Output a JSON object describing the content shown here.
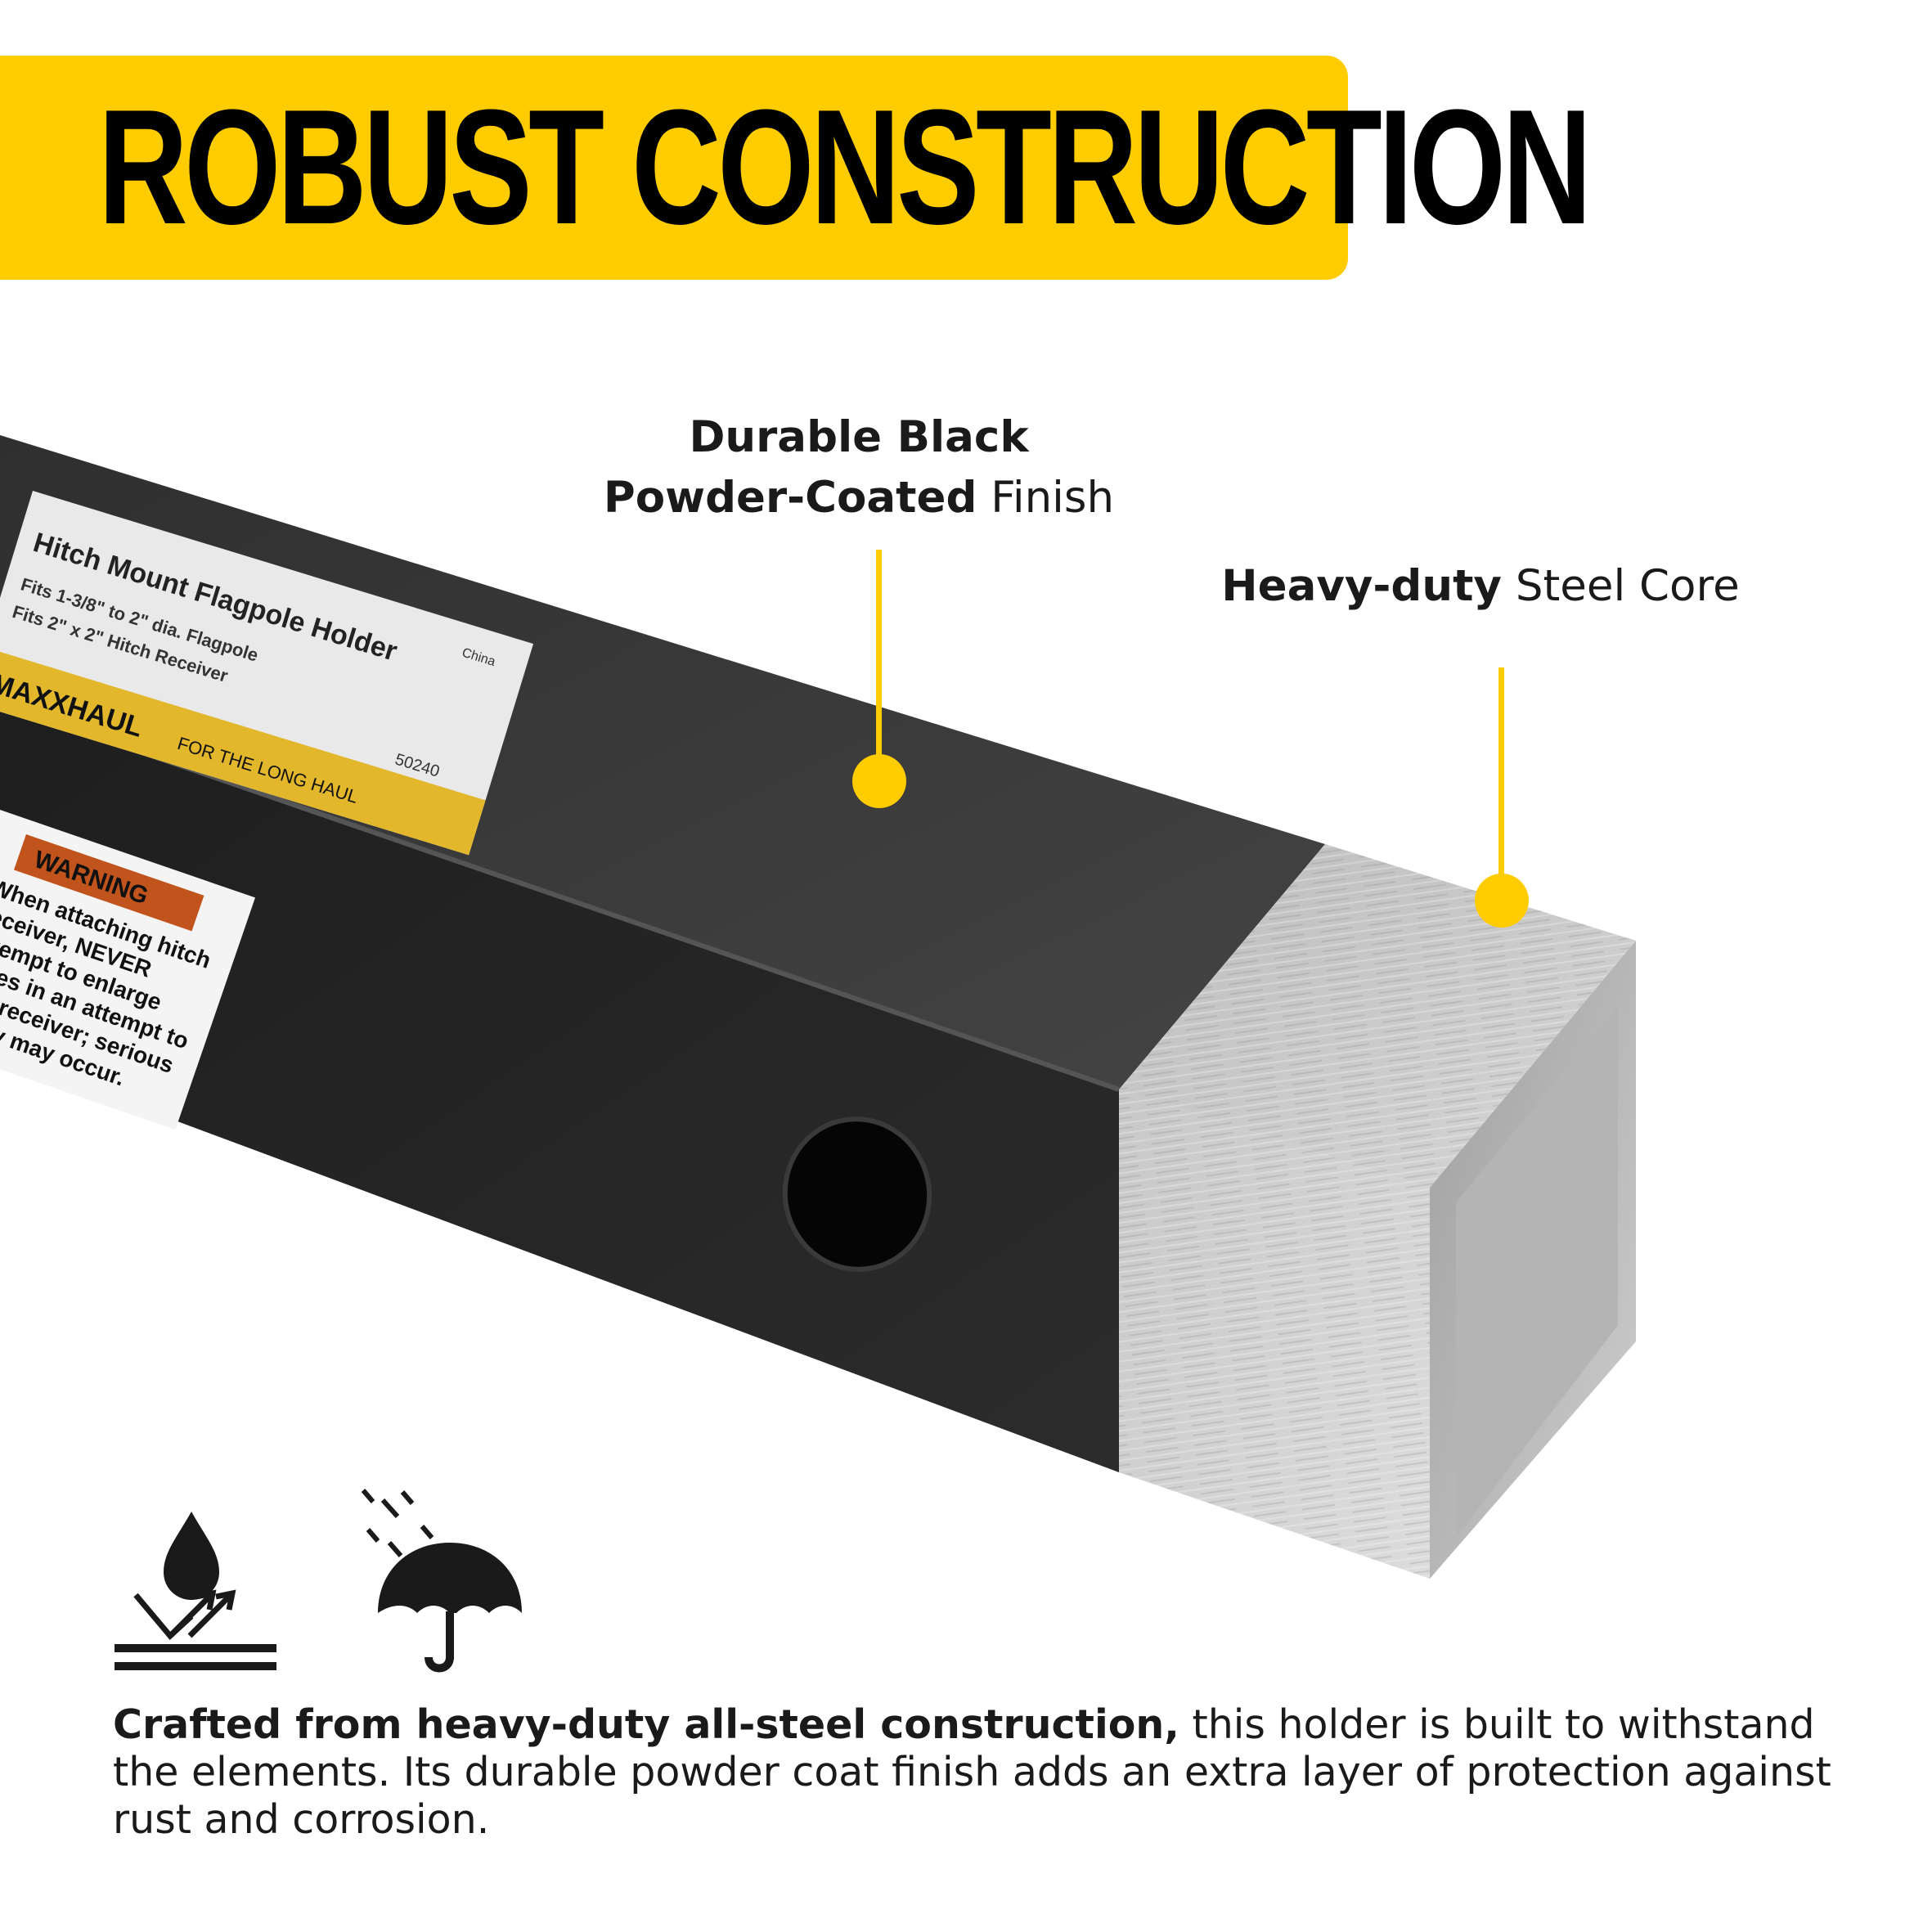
{
  "colors": {
    "accent": "#FFCC00",
    "tube_top": "#3b3b3b",
    "tube_side": "#262626",
    "steel": "#c9c9c9",
    "text": "#1a1a1a"
  },
  "banner": {
    "title": "ROBUST CONSTRUCTION"
  },
  "callouts": {
    "finish": {
      "line1_bold": "Durable Black",
      "line2_bold": "Powder-Coated",
      "line2_regular": " Finish"
    },
    "core": {
      "bold": "Heavy-duty",
      "regular": " Steel Core"
    }
  },
  "label_top": {
    "brand": "MAXXHAUL",
    "tagline": "FOR THE LONG HAUL",
    "product": "Hitch Mount Flagpole Holder",
    "fits1": "Fits 1-3/8\" to 2\" dia. Flagpole",
    "fits2": "Fits 2\" x 2\" Hitch Receiver",
    "model": "50240",
    "origin": "China"
  },
  "label_side": {
    "warning": "WARNING",
    "text": "When attaching hitch receiver, NEVER attempt to enlarge holes in an attempt to fit a receiver; serious injury may occur."
  },
  "icons": [
    "waterproof-icon",
    "umbrella-rain-icon"
  ],
  "caption": {
    "bold": "Crafted from heavy-duty all-steel construction,",
    "regular": " this holder is built to withstand the elements. Its durable powder coat finish adds an extra layer of protection against rust and corrosion."
  }
}
